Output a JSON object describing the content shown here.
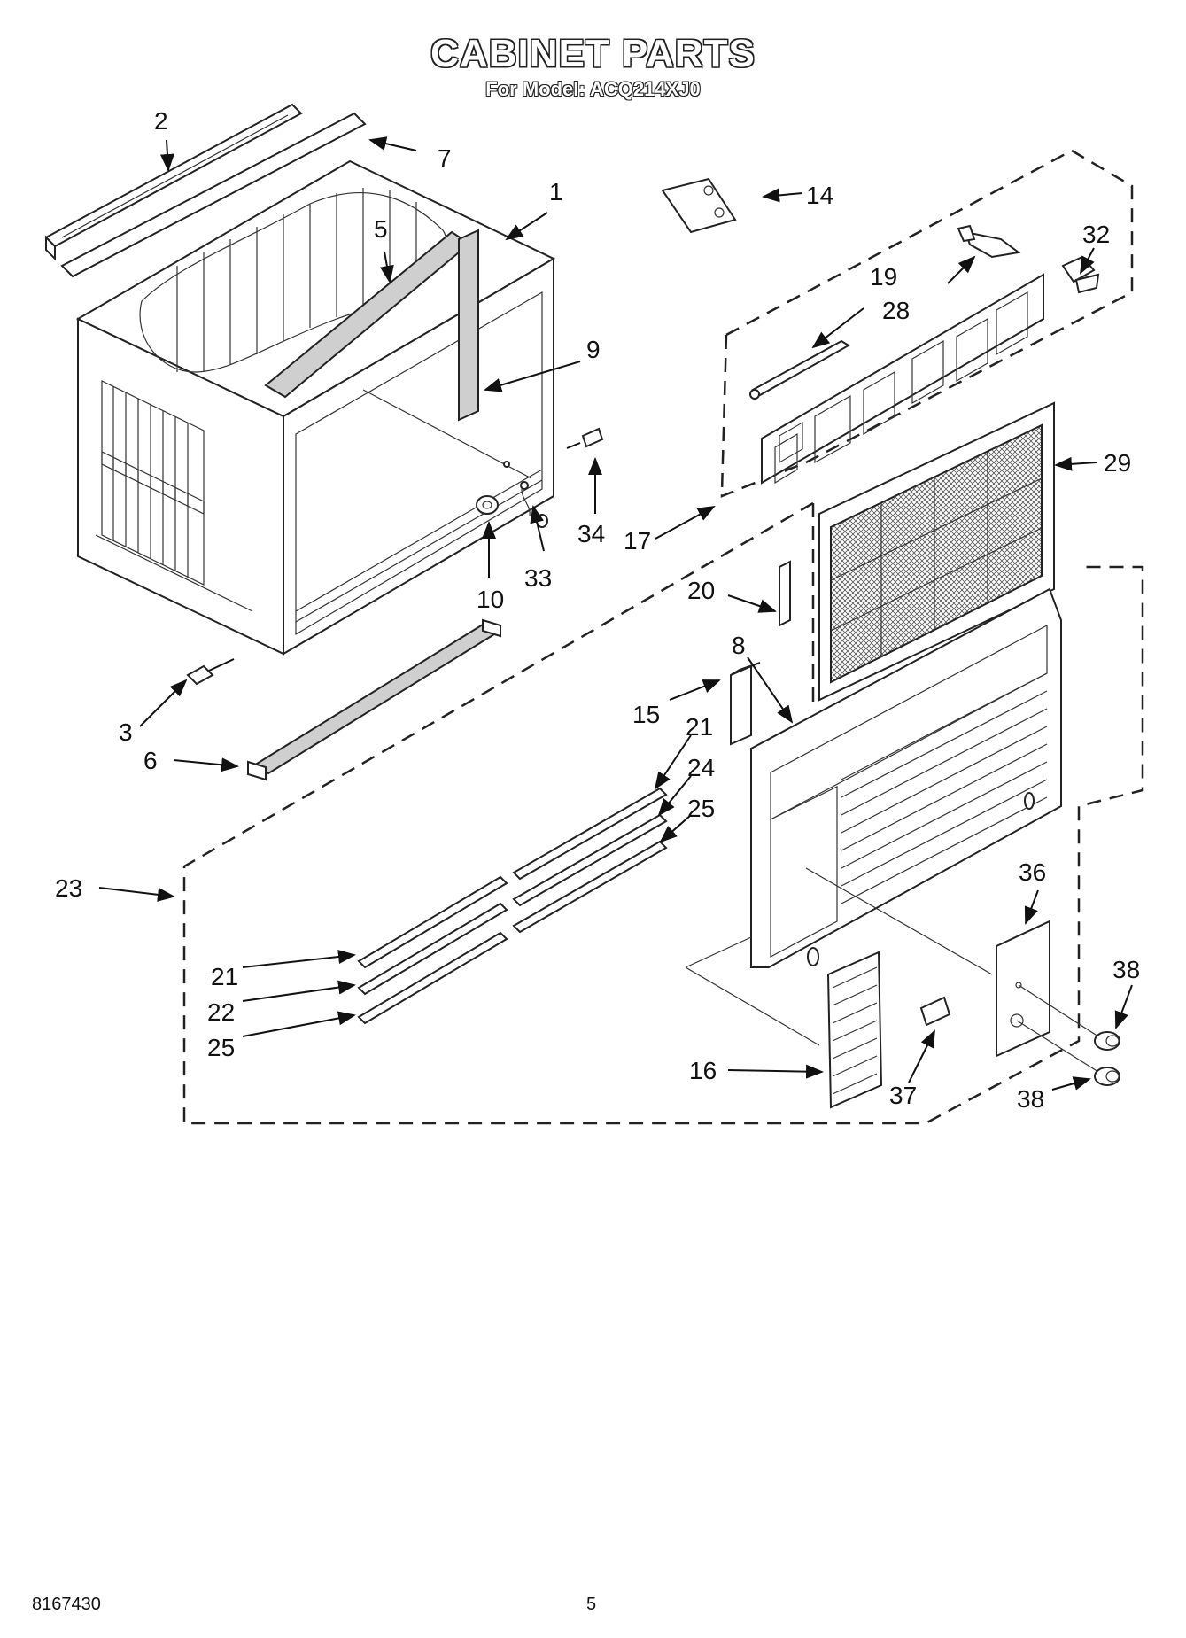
{
  "header": {
    "title": "CABINET PARTS",
    "subtitle": "For Model: ACQ214XJ0"
  },
  "footer": {
    "doc_number": "8167430",
    "page_number": "5"
  },
  "callouts": [
    {
      "id": "c1",
      "text": "1"
    },
    {
      "id": "c2",
      "text": "2"
    },
    {
      "id": "c3",
      "text": "3"
    },
    {
      "id": "c5",
      "text": "5"
    },
    {
      "id": "c6",
      "text": "6"
    },
    {
      "id": "c7",
      "text": "7"
    },
    {
      "id": "c8",
      "text": "8"
    },
    {
      "id": "c9",
      "text": "9"
    },
    {
      "id": "c10",
      "text": "10"
    },
    {
      "id": "c14",
      "text": "14"
    },
    {
      "id": "c15",
      "text": "15"
    },
    {
      "id": "c16",
      "text": "16"
    },
    {
      "id": "c17",
      "text": "17"
    },
    {
      "id": "c19",
      "text": "19"
    },
    {
      "id": "c20",
      "text": "20"
    },
    {
      "id": "c21a",
      "text": "21"
    },
    {
      "id": "c21b",
      "text": "21"
    },
    {
      "id": "c22",
      "text": "22"
    },
    {
      "id": "c23",
      "text": "23"
    },
    {
      "id": "c24",
      "text": "24"
    },
    {
      "id": "c25a",
      "text": "25"
    },
    {
      "id": "c25b",
      "text": "25"
    },
    {
      "id": "c28",
      "text": "28"
    },
    {
      "id": "c29",
      "text": "29"
    },
    {
      "id": "c32",
      "text": "32"
    },
    {
      "id": "c33",
      "text": "33"
    },
    {
      "id": "c34",
      "text": "34"
    },
    {
      "id": "c36",
      "text": "36"
    },
    {
      "id": "c37",
      "text": "37"
    },
    {
      "id": "c38a",
      "text": "38"
    },
    {
      "id": "c38b",
      "text": "38"
    }
  ]
}
